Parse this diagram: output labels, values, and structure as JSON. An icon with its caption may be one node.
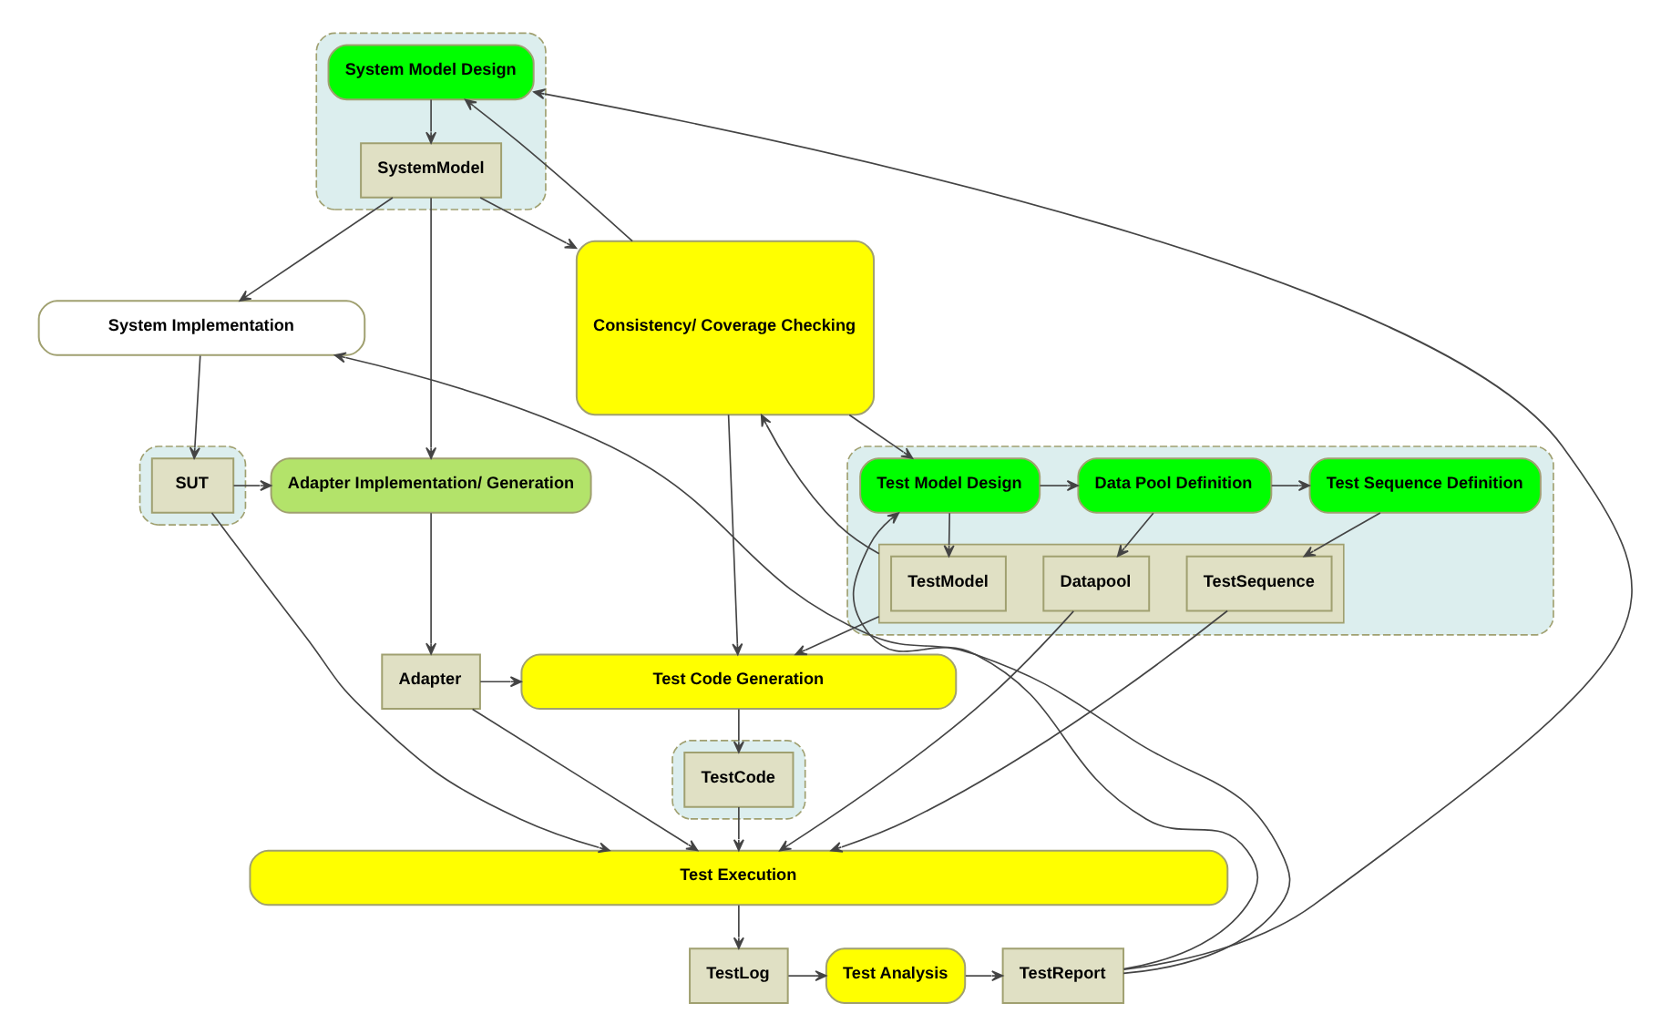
{
  "diagram": {
    "nodes": [
      {
        "text": [],
        "shape": "box"
      },
      {
        "text": [
          "System Model Design"
        ],
        "in": 0
      },
      {
        "text": [
          "SystemModel"
        ],
        "in": 0
      },
      {
        "text": [
          "Consistency/ Coverage Checking"
        ]
      },
      {
        "text": [],
        "shape": "box"
      },
      {
        "text": [
          "Test Model Design"
        ],
        "in": 4
      },
      {
        "text": [
          "Data Pool Definition"
        ],
        "in": 4
      },
      {
        "text": [
          "Test Sequence Definition"
        ],
        "in": 4
      },
      {
        "text": [],
        "shape": "box",
        "in": 4
      },
      {
        "text": [
          "TestModel"
        ],
        "in": 8
      },
      {
        "text": [
          "Datapool"
        ],
        "in": 8
      },
      {
        "text": [
          "TestSequence"
        ],
        "in": 8
      },
      {
        "text": [
          "System Implementation"
        ]
      },
      {
        "text": [
          "Test Code Generation"
        ]
      },
      {
        "text": [],
        "shape": "box"
      },
      {
        "text": [
          "SUT"
        ],
        "in": 14
      },
      {
        "text": [
          "Adapter Implementation/ Generation"
        ]
      },
      {
        "text": [
          "Adapter"
        ]
      },
      {
        "text": [],
        "shape": "box"
      },
      {
        "text": [
          "TestCode"
        ],
        "in": 18
      },
      {
        "text": [
          "Test Execution"
        ]
      },
      {
        "text": [
          "TestReport"
        ]
      },
      {
        "text": [
          "Test Analysis"
        ]
      },
      {
        "text": [
          "TestLog"
        ]
      }
    ],
    "edges": [
      {
        "from": 21,
        "to": 1,
        "arrow": "to"
      },
      {
        "from": 21,
        "to": 12,
        "arrow": "to"
      },
      {
        "from": 21,
        "to": 5,
        "arrow": "to"
      },
      {
        "from": 3,
        "to": 1,
        "arrow": "to"
      },
      {
        "from": 1,
        "to": 2,
        "arrow": "to"
      },
      {
        "from": 2,
        "to": 3,
        "arrow": "to"
      },
      {
        "from": 2,
        "to": 12,
        "arrow": "to"
      },
      {
        "from": 2,
        "to": 16,
        "arrow": "to"
      },
      {
        "from": 3,
        "to": 5,
        "arrow": "to"
      },
      {
        "from": 3,
        "to": 13,
        "arrow": "to"
      },
      {
        "from": 5,
        "to": 6,
        "arrow": "to"
      },
      {
        "from": 6,
        "to": 7,
        "arrow": "to"
      },
      {
        "from": 5,
        "to": 9,
        "arrow": "to"
      },
      {
        "from": 6,
        "to": 10,
        "arrow": "to"
      },
      {
        "from": 7,
        "to": 11,
        "arrow": "to"
      },
      {
        "from": 8,
        "to": 3,
        "arrow": "to"
      },
      {
        "from": 8,
        "to": 13,
        "arrow": "to"
      },
      {
        "from": 10,
        "to": 20,
        "arrow": "to"
      },
      {
        "from": 11,
        "to": 20,
        "arrow": "to"
      },
      {
        "from": 12,
        "to": 15,
        "arrow": "to"
      },
      {
        "from": 15,
        "to": 16,
        "arrow": "to"
      },
      {
        "from": 15,
        "to": 20,
        "arrow": "to"
      },
      {
        "from": 16,
        "to": 17,
        "arrow": "to"
      },
      {
        "from": 17,
        "to": 20,
        "arrow": "to"
      },
      {
        "from": 17,
        "to": 13,
        "arrow": "to"
      },
      {
        "from": 13,
        "to": 19,
        "arrow": "to"
      },
      {
        "from": 19,
        "to": 20,
        "arrow": "to"
      },
      {
        "from": 20,
        "to": 23,
        "arrow": "to"
      },
      {
        "from": 23,
        "to": 22,
        "arrow": "to"
      },
      {
        "from": 22,
        "to": 21,
        "arrow": "to"
      }
    ]
  }
}
